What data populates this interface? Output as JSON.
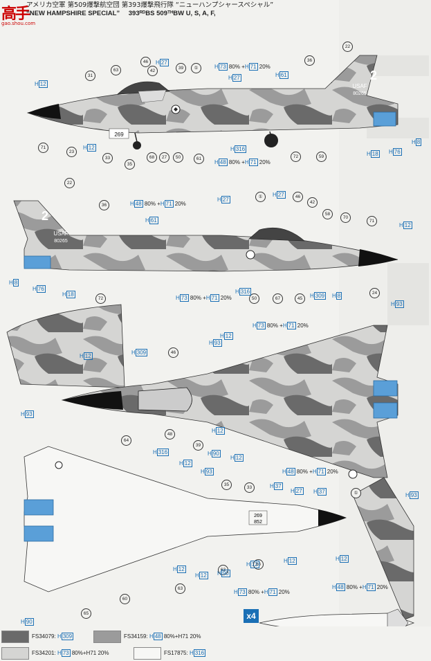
{
  "header": {
    "line1_a": "アメリカ空軍",
    "line1_b": "第509爆撃航空団",
    "line1_c": "第393爆撃飛行隊",
    "line1_d": "“ニューハンプシャースペシャル”",
    "line2_a": "“NEW HAMPSHIRE SPECIAL”",
    "line2_b": "393ᴿᴰBS 509ᵀᴴBW U, S, A, F,"
  },
  "watermark": {
    "big": "高手",
    "url": "gao.shou.com"
  },
  "nose_text": "269",
  "nose_text2": "852",
  "tail_number": "80265",
  "tail_usaf": "USAF",
  "tail_letter": "2",
  "x4_label": "x4",
  "callouts": [
    {
      "id": "c22a",
      "label": "22"
    },
    {
      "id": "c36a",
      "label": "36"
    },
    {
      "id": "c63a",
      "label": "63"
    },
    {
      "id": "c46a",
      "label": "46"
    },
    {
      "id": "c42a",
      "label": "42"
    },
    {
      "id": "c39a",
      "label": "39"
    },
    {
      "id": "c1a",
      "label": "①"
    },
    {
      "id": "c31a",
      "label": "31"
    },
    {
      "id": "c71a",
      "label": "71"
    },
    {
      "id": "c23a",
      "label": "23"
    },
    {
      "id": "c33a",
      "label": "33"
    },
    {
      "id": "c35a",
      "label": "35"
    },
    {
      "id": "c68a",
      "label": "68"
    },
    {
      "id": "c27a",
      "label": "27"
    },
    {
      "id": "c50a",
      "label": "50"
    },
    {
      "id": "c61a",
      "label": "61"
    },
    {
      "id": "c72a",
      "label": "72"
    },
    {
      "id": "c59a",
      "label": "59"
    },
    {
      "id": "c22b",
      "label": "22"
    },
    {
      "id": "c36b",
      "label": "36"
    },
    {
      "id": "c1b",
      "label": "①"
    },
    {
      "id": "c46b",
      "label": "46"
    },
    {
      "id": "c42b",
      "label": "42"
    },
    {
      "id": "c58b",
      "label": "58"
    },
    {
      "id": "c70b",
      "label": "70"
    },
    {
      "id": "c71b",
      "label": "71"
    },
    {
      "id": "c72b",
      "label": "72"
    },
    {
      "id": "c50b",
      "label": "50"
    },
    {
      "id": "c67b",
      "label": "67"
    },
    {
      "id": "c45b",
      "label": "45"
    },
    {
      "id": "c24b",
      "label": "24"
    },
    {
      "id": "c46c",
      "label": "46"
    },
    {
      "id": "c48c",
      "label": "48"
    },
    {
      "id": "c39c",
      "label": "39"
    },
    {
      "id": "c64d",
      "label": "64"
    },
    {
      "id": "c1c",
      "label": "①"
    },
    {
      "id": "c35d",
      "label": "35"
    },
    {
      "id": "c33d",
      "label": "33"
    },
    {
      "id": "c63d",
      "label": "63"
    },
    {
      "id": "c66d",
      "label": "66"
    },
    {
      "id": "c60d",
      "label": "60"
    },
    {
      "id": "c63e",
      "label": "63"
    },
    {
      "id": "c65d",
      "label": "65"
    },
    {
      "id": "c1d",
      "label": "①"
    }
  ],
  "hcodes": [
    {
      "id": "h12a",
      "text": "12"
    },
    {
      "id": "h27a",
      "text": "27"
    },
    {
      "id": "h27b",
      "text": "27"
    },
    {
      "id": "h61a",
      "text": "61"
    },
    {
      "id": "h12b",
      "text": "12"
    },
    {
      "id": "h8a",
      "text": "8"
    },
    {
      "id": "h76a",
      "text": "76"
    },
    {
      "id": "h18a",
      "text": "18"
    },
    {
      "id": "h316a",
      "text": "316"
    },
    {
      "id": "h27c",
      "text": "27"
    },
    {
      "id": "h61b",
      "text": "61"
    },
    {
      "id": "h12c",
      "text": "12"
    },
    {
      "id": "h8b",
      "text": "8"
    },
    {
      "id": "h76b",
      "text": "76"
    },
    {
      "id": "h18b",
      "text": "18"
    },
    {
      "id": "h27d",
      "text": "27"
    },
    {
      "id": "h316b",
      "text": "316"
    },
    {
      "id": "h309a",
      "text": "309"
    },
    {
      "id": "h8c",
      "text": "8"
    },
    {
      "id": "h93a",
      "text": "93"
    },
    {
      "id": "h12d",
      "text": "12"
    },
    {
      "id": "h309b",
      "text": "309"
    },
    {
      "id": "h93b",
      "text": "93"
    },
    {
      "id": "h12e",
      "text": "12"
    },
    {
      "id": "h93c",
      "text": "93"
    },
    {
      "id": "h12f",
      "text": "12"
    },
    {
      "id": "h12g",
      "text": "12"
    },
    {
      "id": "h90a",
      "text": "90"
    },
    {
      "id": "h93d",
      "text": "93"
    },
    {
      "id": "h316c",
      "text": "316"
    },
    {
      "id": "h12h",
      "text": "12"
    },
    {
      "id": "h93e",
      "text": "93"
    },
    {
      "id": "h37a",
      "text": "37"
    },
    {
      "id": "h27e",
      "text": "27"
    },
    {
      "id": "h37b",
      "text": "37"
    },
    {
      "id": "h12i",
      "text": "12"
    },
    {
      "id": "h12j",
      "text": "12"
    },
    {
      "id": "h12k",
      "text": "12"
    },
    {
      "id": "h90b",
      "text": "90"
    },
    {
      "id": "h12l",
      "text": "12"
    },
    {
      "id": "h90c",
      "text": "90"
    },
    {
      "id": "h12m",
      "text": "12"
    }
  ],
  "mixes": [
    {
      "id": "m1",
      "a": "73",
      "pa": "80%",
      "b": "71",
      "pb": "20%"
    },
    {
      "id": "m2",
      "a": "48",
      "pa": "80%",
      "b": "71",
      "pb": "20%"
    },
    {
      "id": "m3",
      "a": "48",
      "pa": "80%",
      "b": "71",
      "pb": "20%"
    },
    {
      "id": "m4",
      "a": "73",
      "pa": "80%",
      "b": "71",
      "pb": "20%"
    },
    {
      "id": "m5",
      "a": "73",
      "pa": "80%",
      "b": "71",
      "pb": "20%"
    },
    {
      "id": "m6",
      "a": "48",
      "pa": "80%",
      "b": "71",
      "pb": "20%"
    },
    {
      "id": "m7",
      "a": "73",
      "pa": "80%",
      "b": "71",
      "pb": "20%"
    },
    {
      "id": "m8",
      "a": "48",
      "pa": "80%",
      "b": "71",
      "pb": "20%"
    }
  ],
  "legend": [
    {
      "code": "FS34079:",
      "h": "309",
      "mix": "",
      "color": "#6a6a6a"
    },
    {
      "code": "FS34159:",
      "h": "48",
      "mix": "80%+H71 20%",
      "color": "#9b9b9b"
    },
    {
      "code": "FS34201:",
      "h": "73",
      "mix": "80%+H71 20%",
      "color": "#d5d5d3"
    },
    {
      "code": "FS17875:",
      "h": "316",
      "mix": "",
      "color": "#f7f7f5"
    }
  ],
  "colors": {
    "camo_dark": "#6a6a6a",
    "camo_mid": "#9b9b9b",
    "camo_light": "#d5d5d3",
    "white": "#f7f7f5",
    "engine_blue": "#5a9fd8",
    "label_blue": "#1a6fb5"
  }
}
